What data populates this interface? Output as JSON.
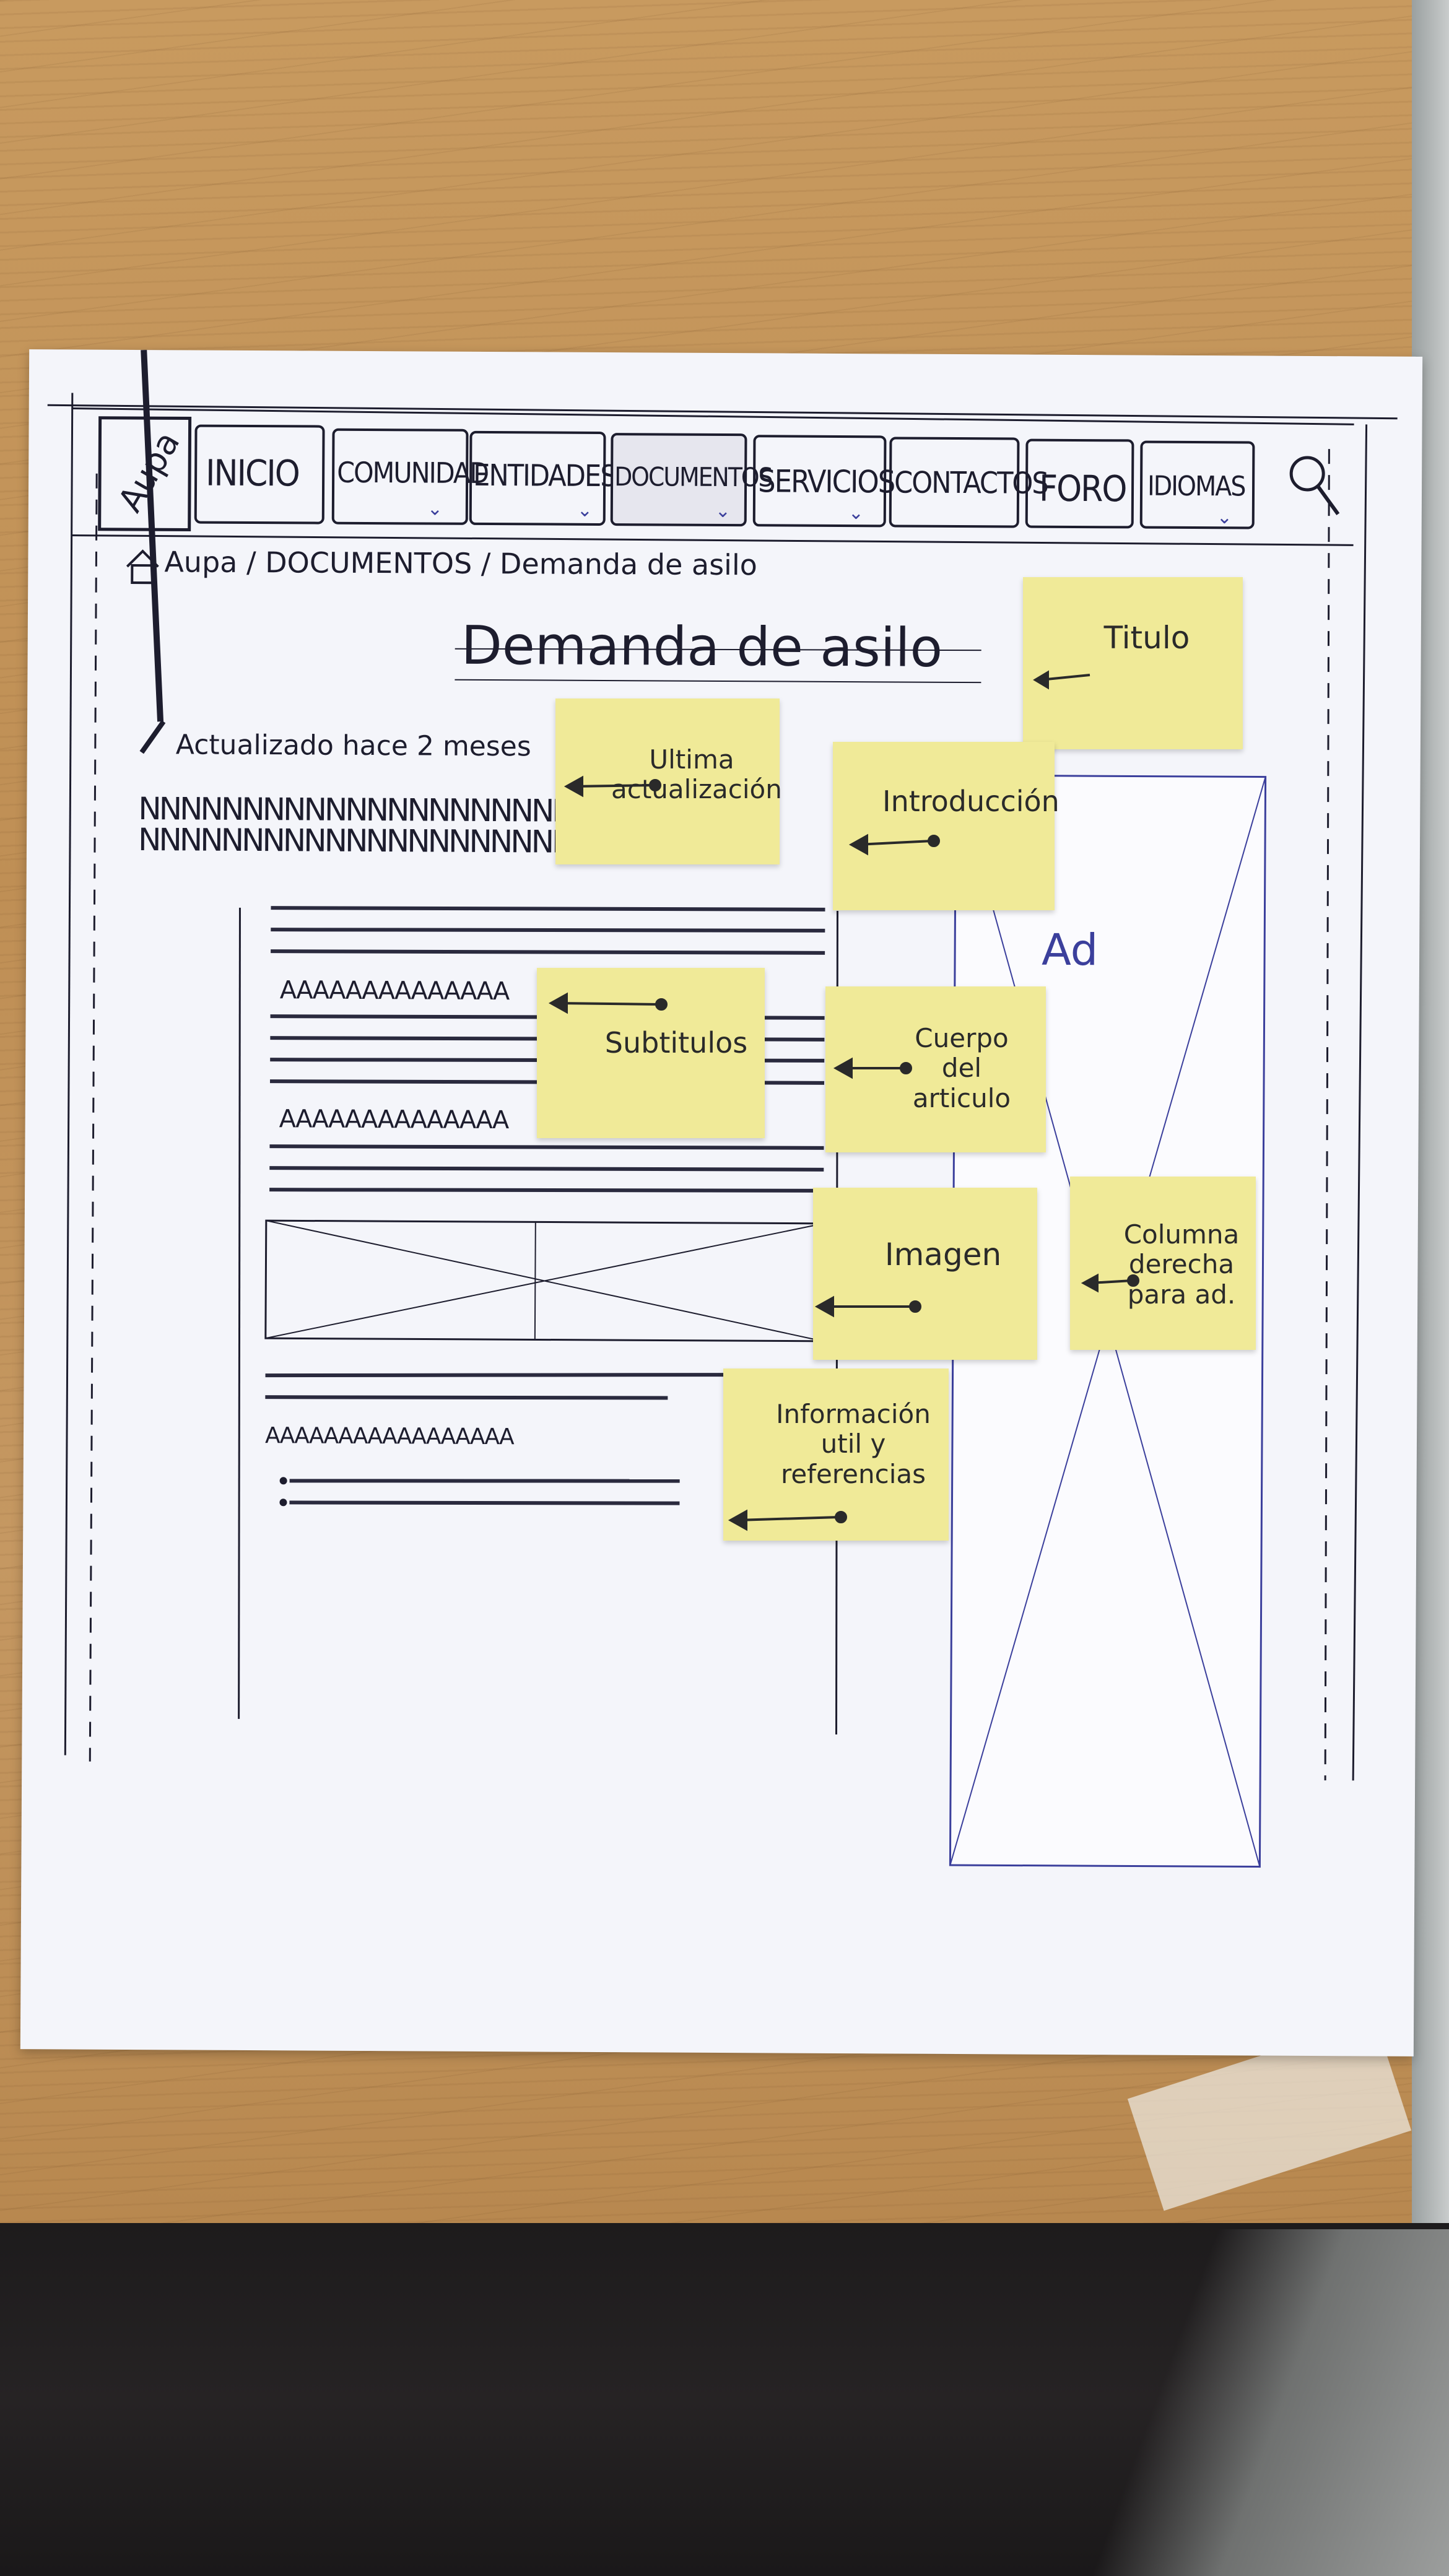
{
  "wireframe": {
    "logo": "Aupa",
    "nav": [
      {
        "label": "INICIO",
        "has_dropdown": false
      },
      {
        "label": "COMUNIDAD",
        "has_dropdown": true
      },
      {
        "label": "ENTIDADES",
        "has_dropdown": true
      },
      {
        "label": "DOCUMENTOS",
        "has_dropdown": true
      },
      {
        "label": "SERVICIOS",
        "has_dropdown": true
      },
      {
        "label": "CONTACTOS",
        "has_dropdown": false
      },
      {
        "label": "FORO",
        "has_dropdown": false
      },
      {
        "label": "IDIOMAS",
        "has_dropdown": true
      }
    ],
    "search_icon": "search-icon",
    "breadcrumb": "Aupa / DOCUMENTOS / Demanda de asilo",
    "page_title": "Demanda de asilo",
    "updated": "Actualizado hace 2 meses",
    "intro_text": "NNNNNNNNNNNNNNNNNNNNNNNNNNNNN",
    "subtitle_text": "AAAAAAAAAAAAAA",
    "subtitle_text_long": "AAAAAAAAAAAAAAAAA",
    "ad_label": "Ad"
  },
  "sticky_notes": {
    "titulo": "Titulo",
    "ultima": "Ultima\nactualización",
    "introduccion": "Introducción",
    "subtitulos": "Subtitulos",
    "cuerpo": "Cuerpo\ndel\narticulo",
    "imagen": "Imagen",
    "columna": "Columna\nderecha\npara ad.",
    "informacion": "Información\nutil y\nreferencias"
  },
  "colors": {
    "ink": "#1d1d2e",
    "blue_ink": "#3b3f9c",
    "sticky": "#f0ea98",
    "paper": "#f4f5fa",
    "wood": "#c59862"
  }
}
